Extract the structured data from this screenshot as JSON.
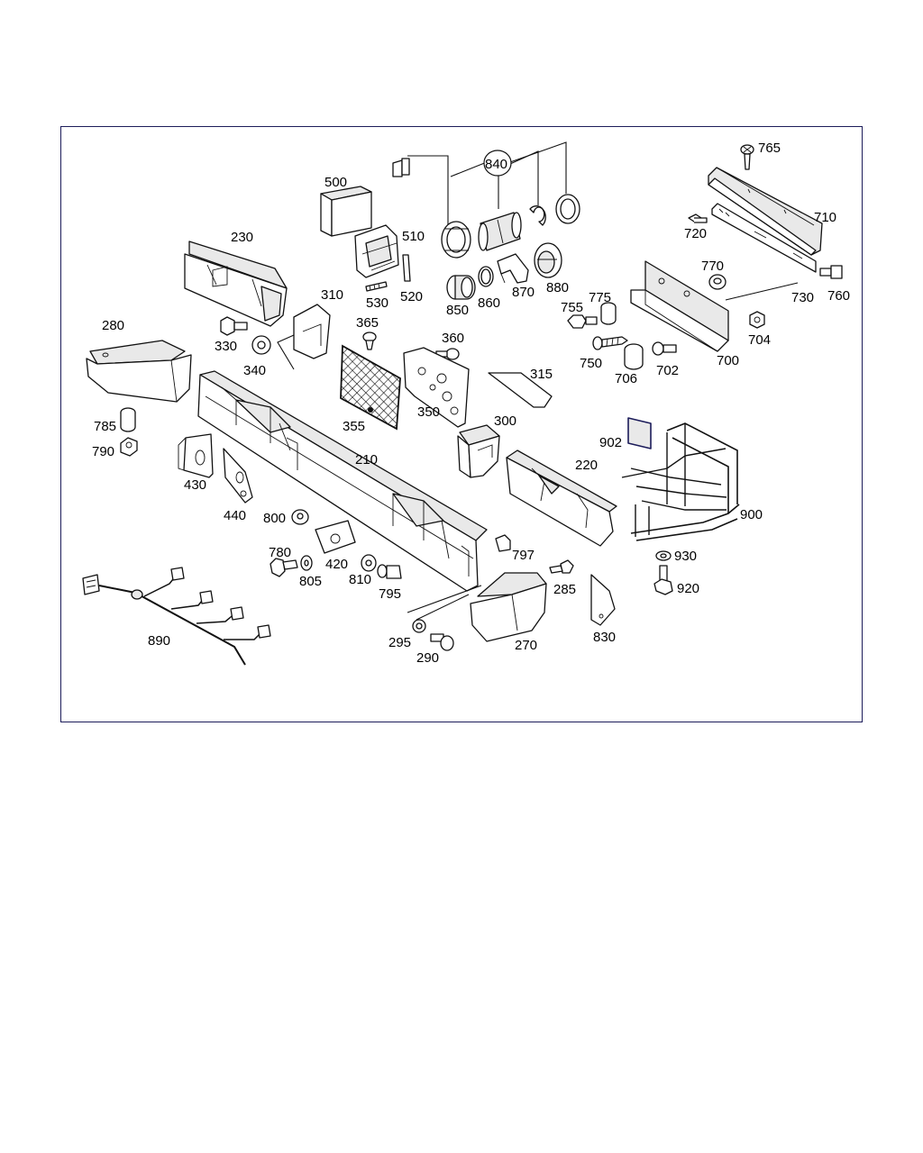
{
  "diagram": {
    "colors": {
      "frame": "#1c1c5a",
      "stroke": "#111111",
      "fill": "#ffffff",
      "shade": "#e9e9e9"
    },
    "labels": {
      "l765": "765",
      "l710": "710",
      "l720": "720",
      "l730": "730",
      "l760": "760",
      "l770": "770",
      "l700": "700",
      "l704": "704",
      "l840": "840",
      "l500": "500",
      "l510": "510",
      "l520": "520",
      "l530": "530",
      "l850": "850",
      "l860": "860",
      "l870": "870",
      "l880": "880",
      "l755": "755",
      "l775": "775",
      "l750": "750",
      "l706": "706",
      "l702": "702",
      "l230": "230",
      "l310": "310",
      "l365": "365",
      "l360": "360",
      "l280": "280",
      "l330": "330",
      "l340": "340",
      "l315": "315",
      "l355": "355",
      "l350": "350",
      "l300": "300",
      "l785": "785",
      "l790": "790",
      "l210": "210",
      "l220": "220",
      "l902": "902",
      "l430": "430",
      "l440": "440",
      "l900": "900",
      "l800": "800",
      "l797": "797",
      "l780": "780",
      "l420": "420",
      "l805": "805",
      "l810": "810",
      "l795": "795",
      "l930": "930",
      "l285": "285",
      "l920": "920",
      "l890": "890",
      "l295": "295",
      "l290": "290",
      "l270": "270",
      "l830": "830"
    }
  }
}
